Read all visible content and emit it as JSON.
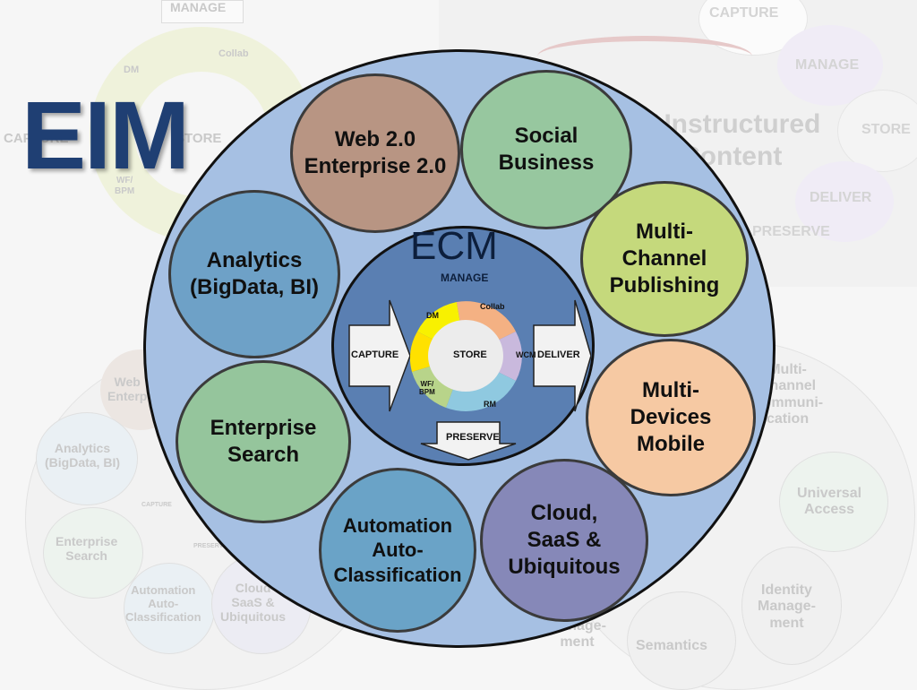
{
  "title": "EIM",
  "background_labels": {
    "manage_top_left": "MANAGE",
    "collab": "Collab",
    "dm": "DM",
    "capture_left": "CAPTURE",
    "store_left": "STORE",
    "wf_bpm": "WF/\nBPM",
    "capture_right": "CAPTURE",
    "manage_right": "MANAGE",
    "store_right": "STORE",
    "deliver_right": "DELIVER",
    "preserve_right": "PRESERVE",
    "unstructured": "Unstructured",
    "unstructured_2": "Content",
    "web_enterprise": "Web\nEnterp",
    "analytics": "Analytics\n(BigData, BI)",
    "enterprise_search": "Enterprise\nSearch",
    "automation": "Automation\nAuto-\nClassification",
    "cloud": "Cloud\nSaaS &\nUbiquitous",
    "multi_comm": "Multi-\nChannel\nCommuni-\ncation",
    "universal_access": "Universal\nAccess",
    "identity": "Identity\nManage-\nment",
    "semantics": "Semantics",
    "manage_ment": "Manage-\nment",
    "capture_small": "CAPTURE",
    "preserve_small": "PRESERVE"
  },
  "circles": {
    "web": "Web 2.0\nEnterprise 2.0",
    "social": "Social\nBusiness",
    "analytics": "Analytics\n(BigData, BI)",
    "multichannel": "Multi-\nChannel\nPublishing",
    "multidevices": "Multi-\nDevices\nMobile",
    "search": "Enterprise\nSearch",
    "automation": "Automation\nAuto-\nClassification",
    "cloud": "Cloud,\nSaaS &\nUbiquitous"
  },
  "ecm": {
    "title": "ECM",
    "manage": "MANAGE",
    "capture": "CAPTURE",
    "deliver": "DELIVER",
    "preserve": "PRESERVE",
    "store": "STORE",
    "collab": "Collab",
    "dm": "DM",
    "wcm": "WCM",
    "rm": "RM",
    "wf_bpm": "WF/\nBPM"
  },
  "colors": {
    "outer": "#a6c0e3",
    "ecm": "#5a7fb2",
    "web": "#b89583",
    "social": "#97c79f",
    "analytics": "#6ea1c7",
    "multichannel": "#c5d97c",
    "multidevices": "#f6c9a3",
    "search": "#95c59c",
    "automation": "#6aa3c7",
    "cloud": "#8688b8",
    "title": "#1f3f73"
  }
}
